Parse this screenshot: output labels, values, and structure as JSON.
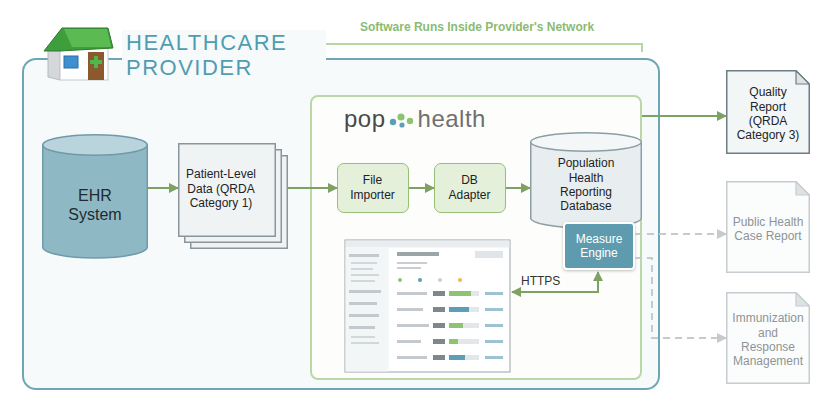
{
  "diagram": {
    "nodes": [
      {
        "text": [
          "HEALTHCARE PROVIDER"
        ]
      },
      {
        "text": [
          "EHR System"
        ],
        "in": 0
      },
      {
        "text": [
          "Patient-Level Data (QRDA Category 1)"
        ],
        "in": 0
      },
      {
        "text": [
          "pop",
          "health"
        ],
        "in": 0
      },
      {
        "text": [
          "File Importer"
        ],
        "in": 3
      },
      {
        "text": [
          "DB Adapter"
        ],
        "in": 3
      },
      {
        "text": [
          "Population Health Reporting Database"
        ],
        "in": 3
      },
      {
        "text": [
          "Measure Engine"
        ],
        "in": 3
      },
      {
        "text": [
          "Quality Report (QRDA Category 3)"
        ]
      },
      {
        "text": [
          "Public Health Case Report"
        ]
      },
      {
        "text": [
          "Immunization and Response Management"
        ]
      }
    ],
    "edges": [
      {
        "from": 1,
        "to": 2,
        "arrow": "to"
      },
      {
        "from": 2,
        "to": 4,
        "arrow": "to"
      },
      {
        "from": 4,
        "to": 5,
        "arrow": "to"
      },
      {
        "from": 5,
        "to": 6,
        "arrow": "to"
      },
      {
        "from": 3,
        "to": 8,
        "arrow": "to"
      },
      {
        "from": 7,
        "to": 9,
        "arrow": "to"
      },
      {
        "from": 7,
        "to": 10,
        "arrow": "to"
      }
    ],
    "labels": [
      "Software Runs Inside Provider's Network",
      "HTTPS"
    ]
  }
}
